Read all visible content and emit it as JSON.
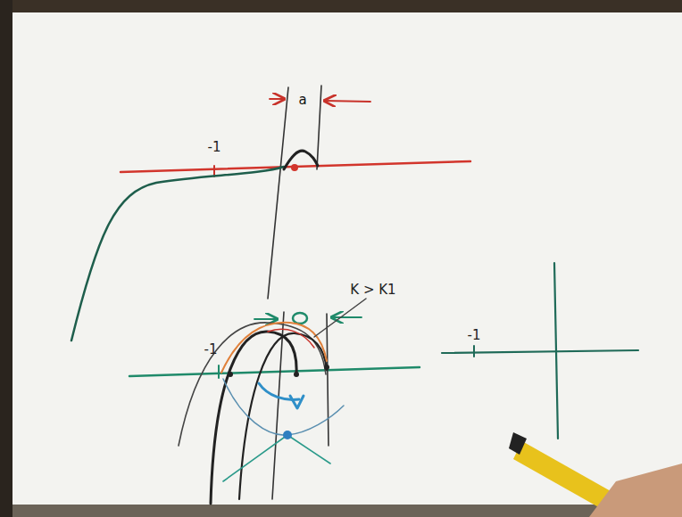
{
  "diagram": {
    "labels": [
      "-1",
      "a",
      "K > K1",
      "-1",
      "-1"
    ]
  }
}
